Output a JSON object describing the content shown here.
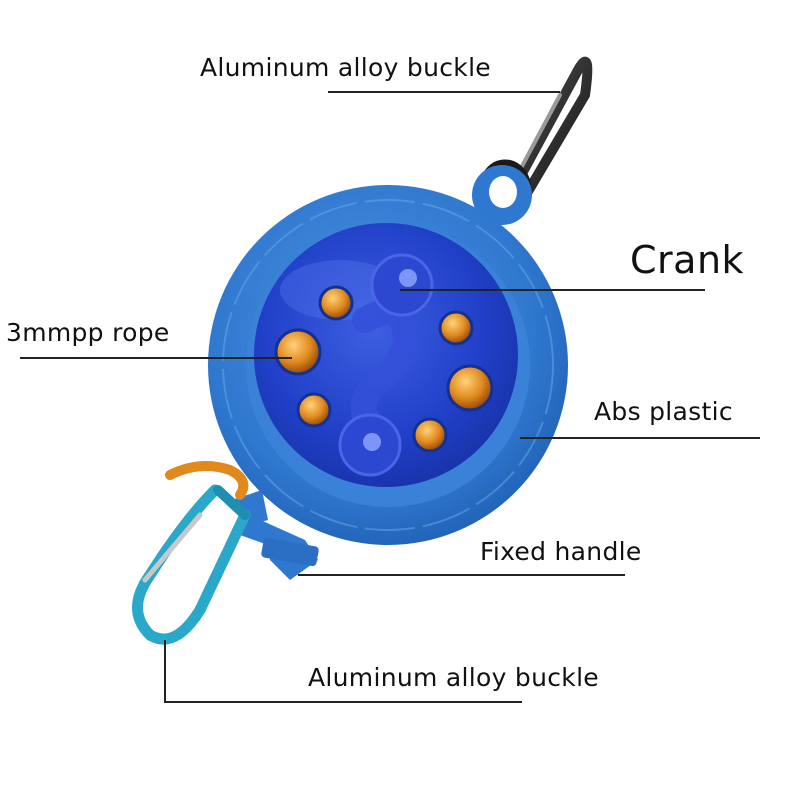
{
  "labels": {
    "top_buckle": "Aluminum alloy buckle",
    "crank": "Crank",
    "rope": "3mmpp rope",
    "abs_plastic": "Abs plastic",
    "fixed_handle": "Fixed handle",
    "bottom_buckle": "Aluminum alloy buckle"
  },
  "colors": {
    "reel_outer": "#2f78cf",
    "reel_inner": "#1c3fc4",
    "rope": "#e08a1e",
    "top_carabiner": "#1e1e1e",
    "bottom_carabiner": "#2aa8c9",
    "leader_line": "#222222"
  }
}
